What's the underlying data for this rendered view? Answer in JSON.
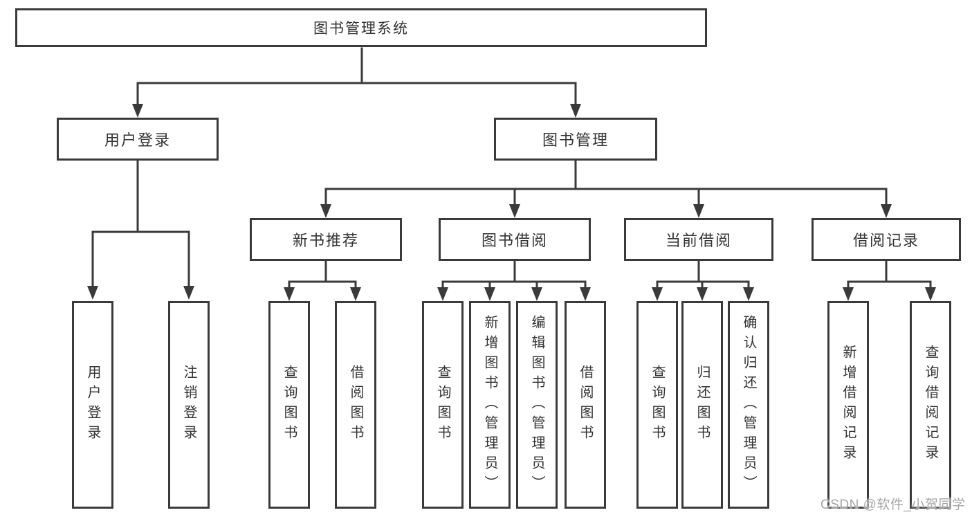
{
  "colors": {
    "line": "#3a3a3a",
    "box_border": "#3a3a3a",
    "text": "#333333",
    "watermark": "#a6a6a6",
    "background": "#ffffff"
  },
  "root": {
    "label": "图书管理系统"
  },
  "branches": {
    "login": {
      "label": "用户登录",
      "children": [
        "用户登录",
        "注销登录"
      ]
    },
    "manage": {
      "label": "图书管理",
      "sections": [
        {
          "label": "新书推荐",
          "children": [
            "查询图书",
            "借阅图书"
          ]
        },
        {
          "label": "图书借阅",
          "children": [
            "查询图书",
            "新增图书（管理员）",
            "编辑图书（管理员）",
            "借阅图书"
          ]
        },
        {
          "label": "当前借阅",
          "children": [
            "查询图书",
            "归还图书",
            "确认归还（管理员）"
          ]
        },
        {
          "label": "借阅记录",
          "children": [
            "新增借阅记录",
            "查询借阅记录"
          ]
        }
      ]
    }
  },
  "watermark": "CSDN @软件_小贺同学"
}
